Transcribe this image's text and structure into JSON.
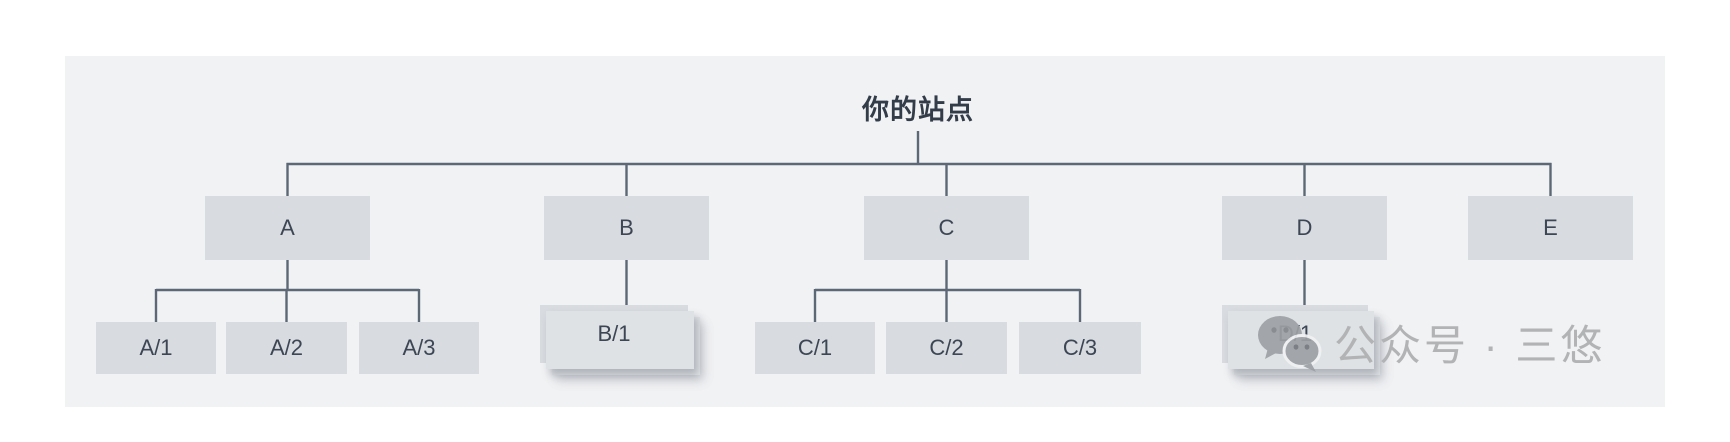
{
  "diagram": {
    "title": "你的站点",
    "children": [
      {
        "label": "A",
        "children": [
          {
            "label": "A/1"
          },
          {
            "label": "A/2"
          },
          {
            "label": "A/3"
          }
        ]
      },
      {
        "label": "B",
        "children": [
          {
            "label": "B/1",
            "stacked": true
          }
        ]
      },
      {
        "label": "C",
        "children": [
          {
            "label": "C/1"
          },
          {
            "label": "C/2"
          },
          {
            "label": "C/3"
          }
        ]
      },
      {
        "label": "D",
        "children": [
          {
            "label": "D/1",
            "stacked": true
          }
        ]
      },
      {
        "label": "E",
        "children": []
      }
    ]
  },
  "watermark": {
    "icon": "wechat-icon",
    "text": "公众号 · 三悠"
  },
  "colors": {
    "page_bg": "#ffffff",
    "panel_bg": "#f1f2f4",
    "node_bg": "#d8dbdf",
    "node_stack_bg": "#dfe2e5",
    "line": "#5d6876",
    "node_text": "#3c4654",
    "title_text": "#333c49",
    "watermark": "#b2b3b5",
    "watermark_icon": "#9da0a4"
  }
}
